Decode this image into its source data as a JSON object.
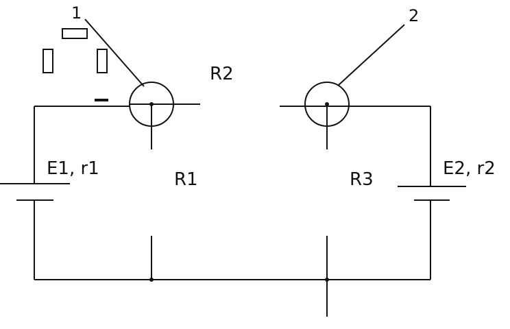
{
  "labels": {
    "node1": "1",
    "node2": "2",
    "r1": "R1",
    "r2": "R2",
    "r3": "R3",
    "source_left": "E1, r1",
    "source_right": "E2, r2"
  },
  "colors": {
    "wire": "#111111",
    "background": "#ffffff"
  }
}
